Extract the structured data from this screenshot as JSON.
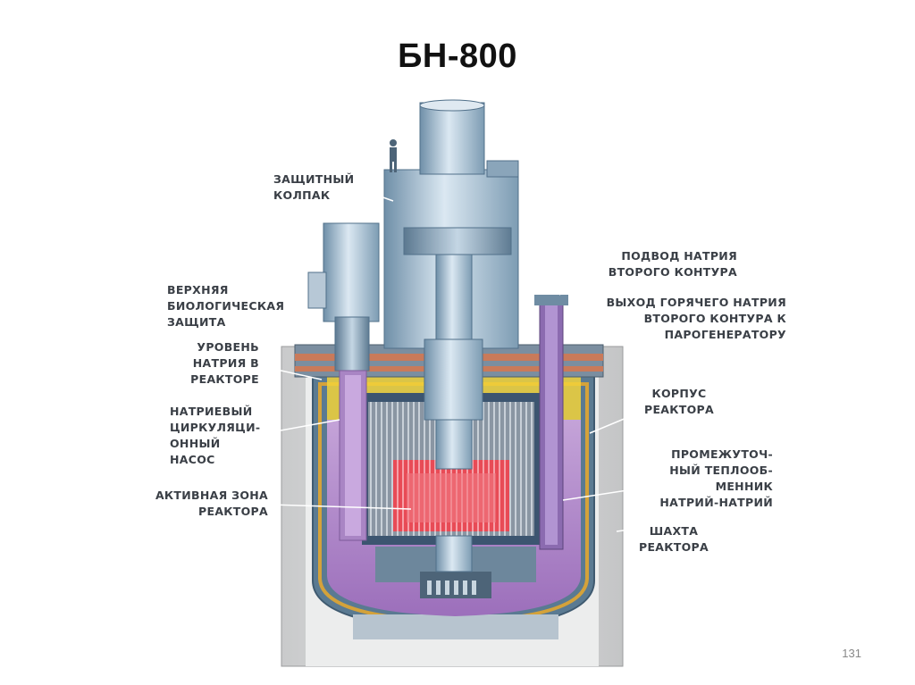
{
  "title": "БН-800",
  "page_number": "131",
  "colors": {
    "shaft_concrete": "#d9dadb",
    "steel_blue": "#8fb0c8",
    "sodium_violet": "#b389c9",
    "core_red": "#e5414d",
    "hot_yellow": "#f2d23a",
    "vessel_orange": "#d4a23a"
  },
  "labels": {
    "protective_cap": "ЗАЩИТНЫЙ\nКОЛПАК",
    "upper_bio_shield": "ВЕРХНЯЯ\nБИОЛОГИЧЕСКАЯ\nЗАЩИТА",
    "sodium_level": "УРОВЕНЬ\nНАТРИЯ В\nРЕАКТОРЕ",
    "sodium_pump": "НАТРИЕВЫЙ\nЦИРКУЛЯЦИ-\nОННЫЙ\nНАСОС",
    "active_zone": "АКТИВНАЯ ЗОНА\nРЕАКТОРА",
    "secondary_inlet": "ПОДВОД НАТРИЯ\nВТОРОГО КОНТУРА",
    "hot_outlet": "ВЫХОД ГОРЯЧЕГО НАТРИЯ\nВТОРОГО КОНТУРА К\nПАРОГЕНЕРАТОРУ",
    "vessel": "КОРПУС\nРЕАКТОРА",
    "heat_exchanger": "ПРОМЕЖУТОЧ-\nНЫЙ ТЕПЛООБ-\nМЕННИК\nНАТРИЙ-НАТРИЙ",
    "reactor_shaft": "ШАХТА\nРЕАКТОРА"
  }
}
